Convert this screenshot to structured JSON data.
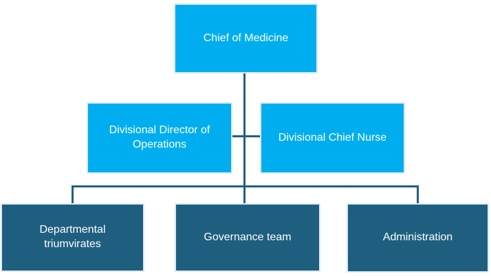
{
  "colors": {
    "node_primary": "#00AEEF",
    "node_secondary": "#1E5F7F",
    "connector": "#21607E",
    "node_border": "#DCE9F3",
    "text": "#FFFFFF",
    "background": "#FFFFFF"
  },
  "org_chart": {
    "type": "organizational-hierarchy",
    "root": {
      "label": "Chief of Medicine"
    },
    "level2": [
      {
        "label": "Divisional Director of Operations",
        "reports_to": "Chief of Medicine"
      },
      {
        "label": "Divisional Chief Nurse",
        "reports_to": "Chief of Medicine"
      }
    ],
    "level3": [
      {
        "label": "Departmental triumvirates"
      },
      {
        "label": "Governance team"
      },
      {
        "label": "Administration"
      }
    ]
  }
}
